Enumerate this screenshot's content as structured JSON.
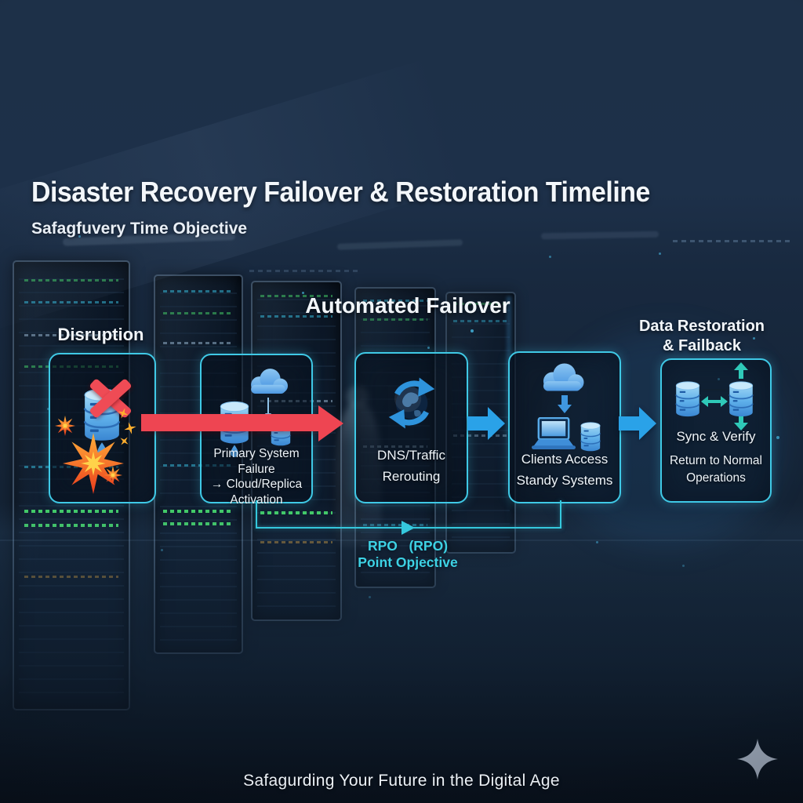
{
  "header": {
    "title": "Disaster Recovery Failover & Restoration Timeline",
    "subtitle": "Safagfuvery Time Objective"
  },
  "section_headings": {
    "disruption": "Disruption",
    "automated_failover": "Automated Failover",
    "data_restoration_line1": "Data Restoration",
    "data_restoration_line2": "& Failback"
  },
  "flow_boxes": [
    {
      "name": "disruption-event",
      "lines": []
    },
    {
      "name": "primary-system-failure",
      "lines": [
        "Primary System Failure",
        "→ Cloud/Replica",
        "Activation"
      ]
    },
    {
      "name": "dns-traffic-rerouting",
      "lines": [
        "DNS/Traffic",
        "Rerouting"
      ]
    },
    {
      "name": "clients-access-standby",
      "lines": [
        "Clients Access",
        "Standy Systems"
      ]
    },
    {
      "name": "sync-and-verify",
      "lines": [
        "Sync & Verify"
      ],
      "sublines": [
        "Return to Normal",
        "Operations"
      ]
    }
  ],
  "rpo_annotation": {
    "line1": "RPO   (RPO)",
    "line2": "Point Opjective"
  },
  "footer": {
    "tagline": "Safagurding Your Future in the Digital Age"
  },
  "icons": {
    "box1": [
      "database-icon",
      "x-mark-icon",
      "explosion-icon",
      "spark-icon",
      "droplet-icon"
    ],
    "box2": [
      "cloud-icon",
      "database-icon",
      "replica-database-icon",
      "connector-arrow-icon"
    ],
    "box3": [
      "globe-sync-icon"
    ],
    "box4": [
      "cloud-icon",
      "download-arrow-icon",
      "laptop-icon",
      "database-icon"
    ],
    "box5": [
      "database-icon",
      "sync-up-arrow-icon",
      "sync-down-arrow-icon",
      "sync-horizontal-arrow-icon"
    ],
    "decoration": [
      "sparkle-icon"
    ]
  },
  "colors": {
    "background_navy": "#15273c",
    "box_border_cyan": "#3fc9e6",
    "failure_red": "#ee4552",
    "flow_arrow_blue": "#2aa2e8",
    "annotation_cyan": "#3dd2e4",
    "sync_teal": "#2fc9b8",
    "icon_blue": "#5aa7e8",
    "explosion_orange": "#ff9e2c",
    "sparkle_gray": "#96a1b1"
  }
}
